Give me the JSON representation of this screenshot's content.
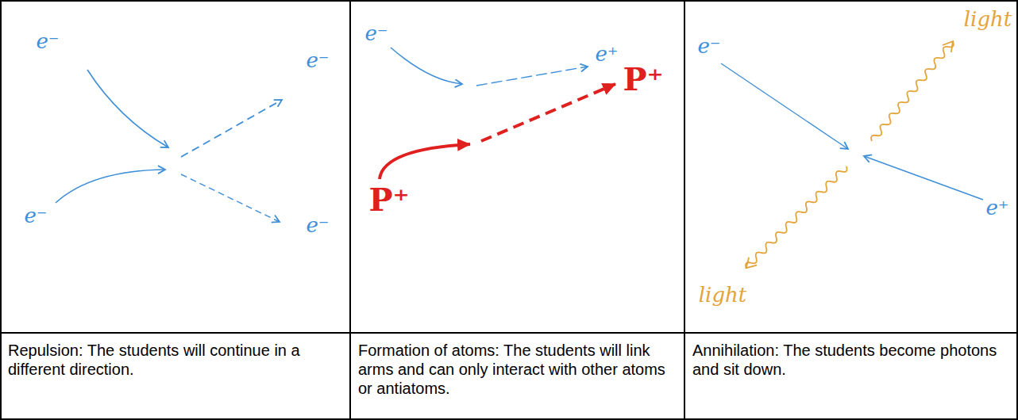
{
  "diagram": {
    "labels": [
      "e⁻",
      "e⁻",
      "e⁻",
      "e⁻",
      "e⁻",
      "e⁺",
      "P⁺",
      "P⁺",
      "light",
      "e⁻",
      "e⁺",
      "light",
      "Repulsion: The students will continue in a different direction.",
      "Formation of atoms: The students will link arms and can only interact with other atoms or antiatoms.",
      "Annihilation: The students become photons and sit down."
    ]
  }
}
